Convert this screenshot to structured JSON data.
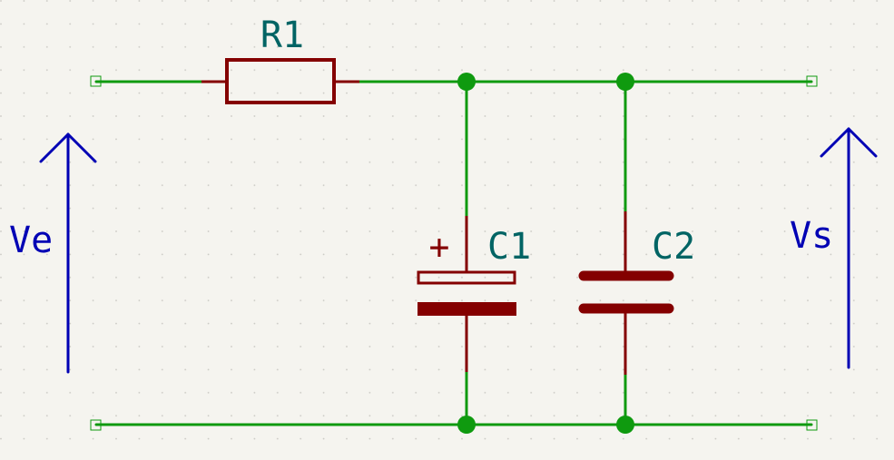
{
  "components": {
    "resistor": {
      "ref": "R1"
    },
    "capacitor_polarized": {
      "ref": "C1",
      "polarity": "+"
    },
    "capacitor": {
      "ref": "C2"
    }
  },
  "voltages": {
    "input": "Ve",
    "output": "Vs"
  },
  "colors": {
    "background": "#f5f4ef",
    "wire": "#0f9a0f",
    "component": "#840000",
    "reference": "#006464",
    "voltage": "#0000b4"
  }
}
